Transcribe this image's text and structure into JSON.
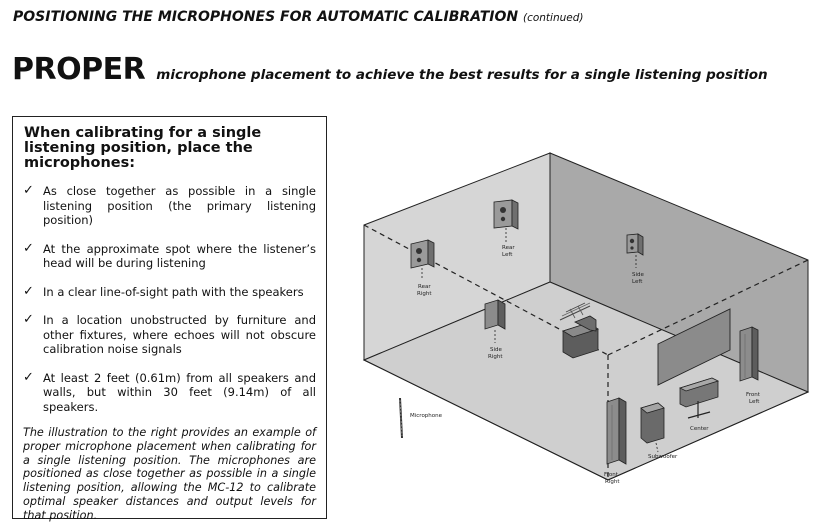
{
  "header": {
    "section_title": "POSITIONING THE MICROPHONES FOR AUTOMATIC CALIBRATION",
    "continued": "(continued)",
    "headline_word": "PROPER",
    "headline_rest": "microphone placement to achieve the best results for a single listening position"
  },
  "panel": {
    "heading": "When calibrating for a single listening position, place the microphones:",
    "check_glyph": "✓",
    "bullets": [
      "As close together as possible in a single listening position (the primary listening position)",
      "At the approximate spot where the listener’s head will be during listening",
      "In a clear line-of-sight path with the speakers",
      "In a location unobstructed by furniture and other fixtures, where echoes will not obscure calibration noise signals",
      "At least 2 feet (0.61m) from all speakers and walls, but within 30 feet (9.14m) of all speakers."
    ],
    "note": "The illustration to the right provides an example of proper microphone placement when calibrating for a single listening position. The microphones are positioned as close together as possible in a single listening position, allowing the MC-12 to calibrate optimal speaker distances and output levels for that position."
  },
  "illustration": {
    "labels": {
      "rear_left_1": "Rear",
      "rear_left_2": "Left",
      "rear_right_1": "Rear",
      "rear_right_2": "Right",
      "side_left_1": "Side",
      "side_left_2": "Left",
      "side_right_1": "Side",
      "side_right_2": "Right",
      "front_left_1": "Front",
      "front_left_2": "Left",
      "front_right_1": "Front",
      "front_right_2": "Right",
      "center": "Center",
      "subwoofer": "Subwoofer",
      "microphone": "Microphone"
    }
  }
}
